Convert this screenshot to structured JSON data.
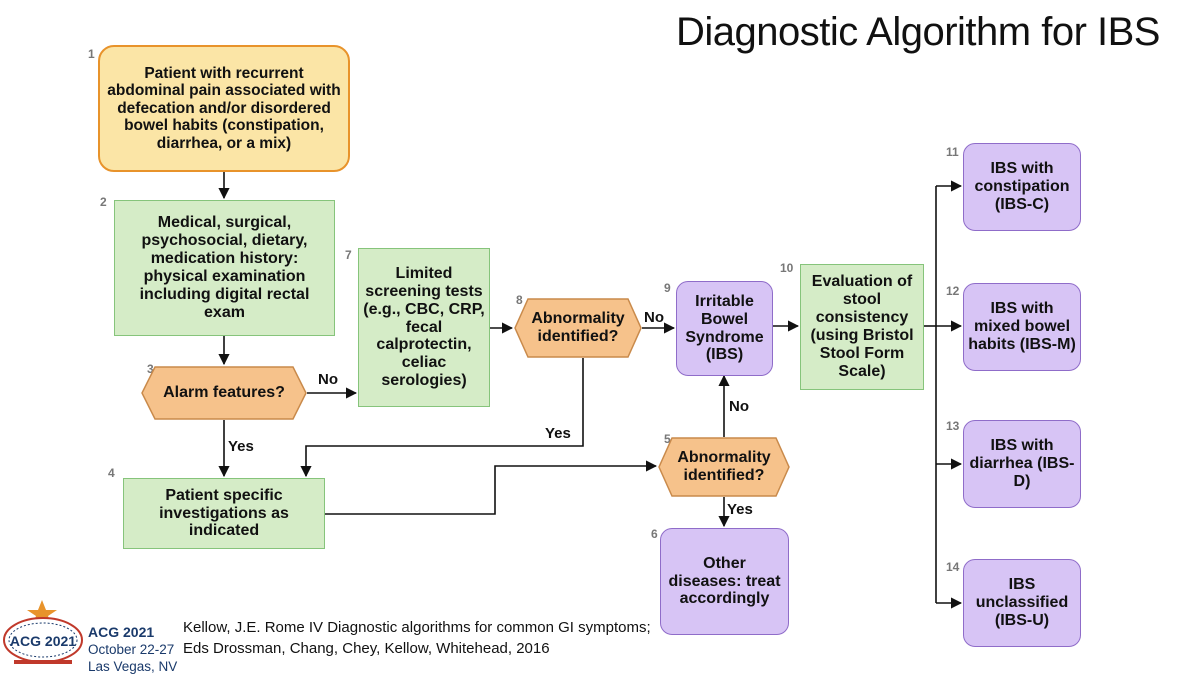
{
  "title": "Diagnostic Algorithm for IBS",
  "nodes": {
    "n1": {
      "num": "1",
      "text": "Patient with recurrent abdominal pain associated with defecation and/or disordered bowel habits (constipation, diarrhea, or a mix)"
    },
    "n2": {
      "num": "2",
      "text": "Medical, surgical, psychosocial, dietary, medication history: physical examination including digital rectal exam"
    },
    "n3": {
      "num": "3",
      "text": "Alarm features?"
    },
    "n4": {
      "num": "4",
      "text": "Patient specific investigations as indicated"
    },
    "n5": {
      "num": "5",
      "text": "Abnormality identified?"
    },
    "n6": {
      "num": "6",
      "text": "Other diseases: treat accordingly"
    },
    "n7": {
      "num": "7",
      "text": "Limited screening tests (e.g., CBC, CRP, fecal calprotectin, celiac serologies)"
    },
    "n8": {
      "num": "8",
      "text": "Abnormality identified?"
    },
    "n9": {
      "num": "9",
      "text": "Irritable Bowel Syndrome (IBS)"
    },
    "n10": {
      "num": "10",
      "text": "Evaluation of stool consistency (using Bristol Stool Form Scale)"
    },
    "n11": {
      "num": "11",
      "text": "IBS with constipation (IBS-C)"
    },
    "n12": {
      "num": "12",
      "text": "IBS with mixed bowel habits (IBS-M)"
    },
    "n13": {
      "num": "13",
      "text": "IBS with diarrhea (IBS-D)"
    },
    "n14": {
      "num": "14",
      "text": "IBS unclassified (IBS-U)"
    }
  },
  "edge_labels": {
    "n3_no": "No",
    "n3_yes": "Yes",
    "n8_no": "No",
    "n8_yes": "Yes",
    "n5_no": "No",
    "n5_yes": "Yes"
  },
  "citation": "Kellow, J.E. Rome IV Diagnostic algorithms for common GI symptoms; Eds Drossman, Chang, Chey, Kellow, Whitehead, 2016",
  "event": {
    "name": "ACG 2021",
    "dates": "October 22-27",
    "location": "Las Vegas, NV"
  },
  "logo": {
    "text": "ACG 2021"
  },
  "colors": {
    "start_fill": "#fbe5a6",
    "start_border": "#e8932b",
    "green_fill": "#d5ecc7",
    "green_border": "#86c47b",
    "decision_fill": "#f6c28b",
    "decision_border": "#c98a4b",
    "purple_fill": "#d7c4f5",
    "purple_border": "#8f6cc9"
  }
}
